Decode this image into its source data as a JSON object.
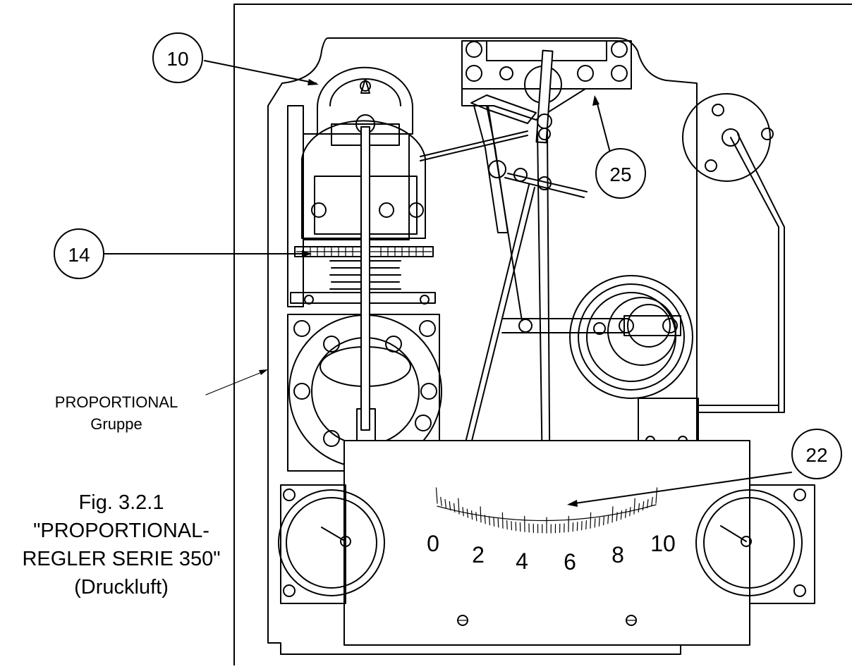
{
  "callouts": [
    {
      "id": "10",
      "label": "10"
    },
    {
      "id": "14",
      "label": "14"
    },
    {
      "id": "25",
      "label": "25"
    },
    {
      "id": "22",
      "label": "22"
    }
  ],
  "group_label": {
    "line1": "PROPORTIONAL",
    "line2": "Gruppe"
  },
  "caption": {
    "line1": "Fig. 3.2.1",
    "line2": "\"PROPORTIONAL-",
    "line3": "REGLER SERIE 350\"",
    "line4": "(Druckluft)"
  },
  "scale": {
    "labels": [
      "0",
      "2",
      "4",
      "6",
      "8",
      "10"
    ]
  }
}
